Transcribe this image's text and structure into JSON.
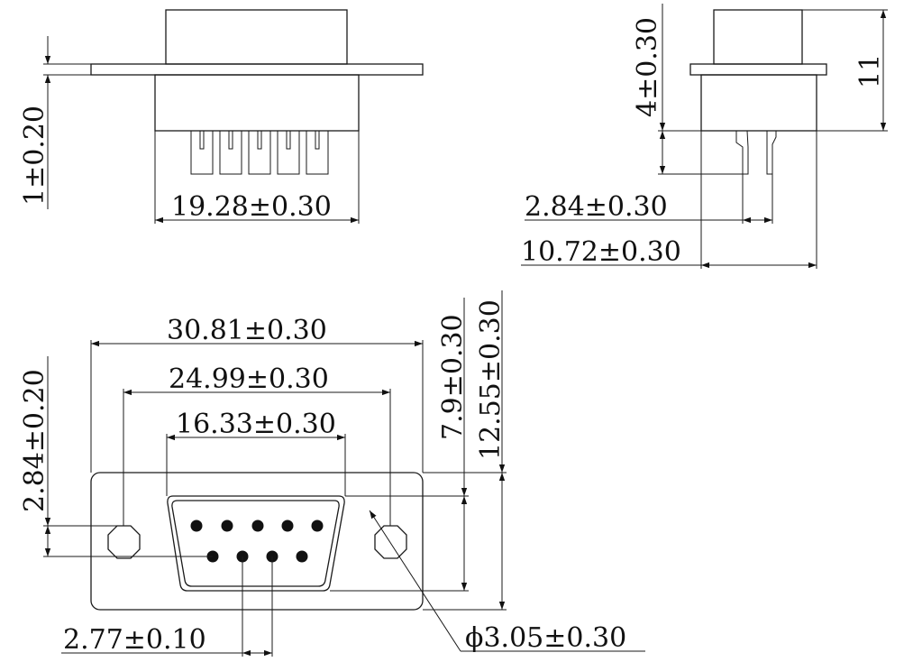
{
  "dimensions": {
    "top_flange_thickness": "1±0.20",
    "top_body_width": "19.28±0.30",
    "side_pin_length": "4±0.30",
    "side_total_height": "11",
    "side_pin_pitch": "2.84±0.30",
    "side_body_depth": "10.72±0.30",
    "front_flange_width": "30.81±0.30",
    "front_hole_spacing": "24.99±0.30",
    "front_shell_width": "16.33±0.30",
    "front_shell_height": "7.9±0.30",
    "front_flange_height": "12.55±0.30",
    "front_row_offset": "2.84±0.20",
    "front_pin_pitch": "2.77±0.10",
    "front_hole_diameter": "ϕ3.05±0.30"
  },
  "colors": {
    "line": "#1a1a1a",
    "background": "#ffffff"
  }
}
